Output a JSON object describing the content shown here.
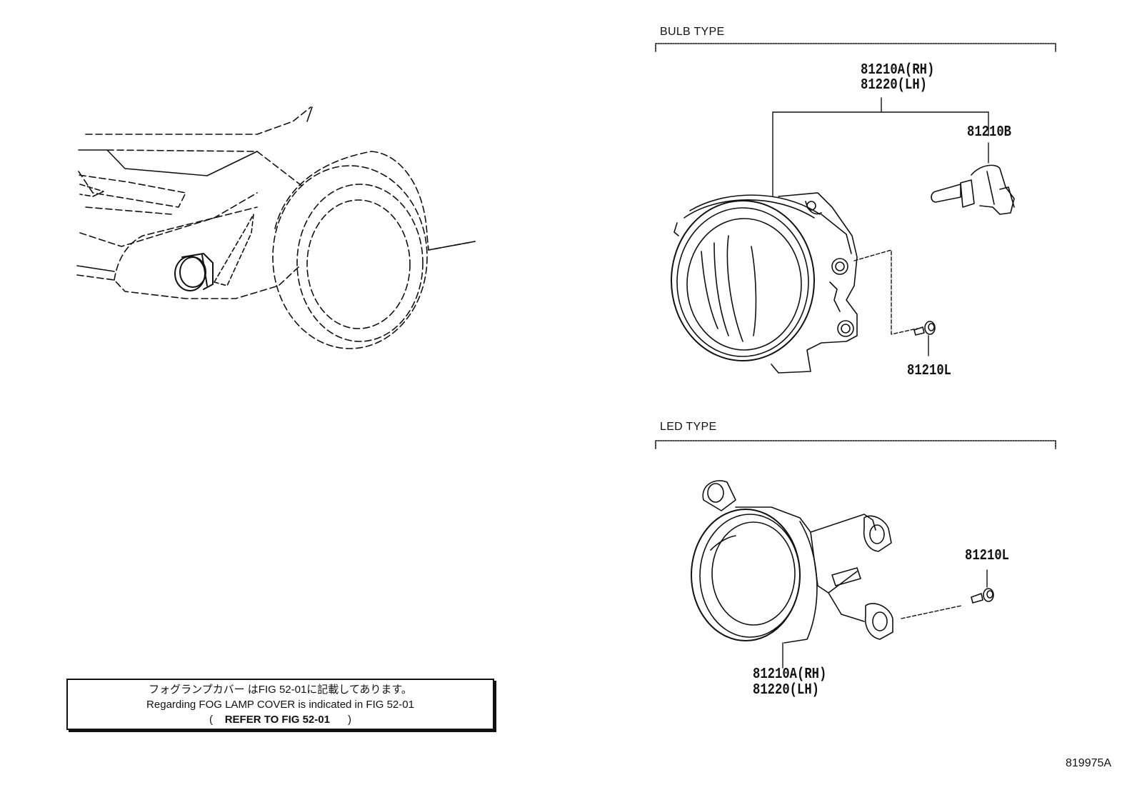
{
  "sections": {
    "bulb_type": "BULB TYPE",
    "led_type": "LED TYPE"
  },
  "parts": {
    "bulb_housing_rh": "81210A(RH)",
    "bulb_housing_lh": "81220(LH)",
    "bulb": "81210B",
    "bulb_screw": "81210L",
    "led_screw": "81210L",
    "led_housing_rh": "81210A(RH)",
    "led_housing_lh": "81220(LH)"
  },
  "note": {
    "line_ja": "フォグランプカバー はFIG 52-01に記載してあります。",
    "line_en": "Regarding FOG LAMP COVER is indicated in FIG 52-01",
    "refer_open": "(",
    "refer_text": "REFER TO FIG 52-01",
    "refer_close": ")"
  },
  "figure_number": "819975A"
}
